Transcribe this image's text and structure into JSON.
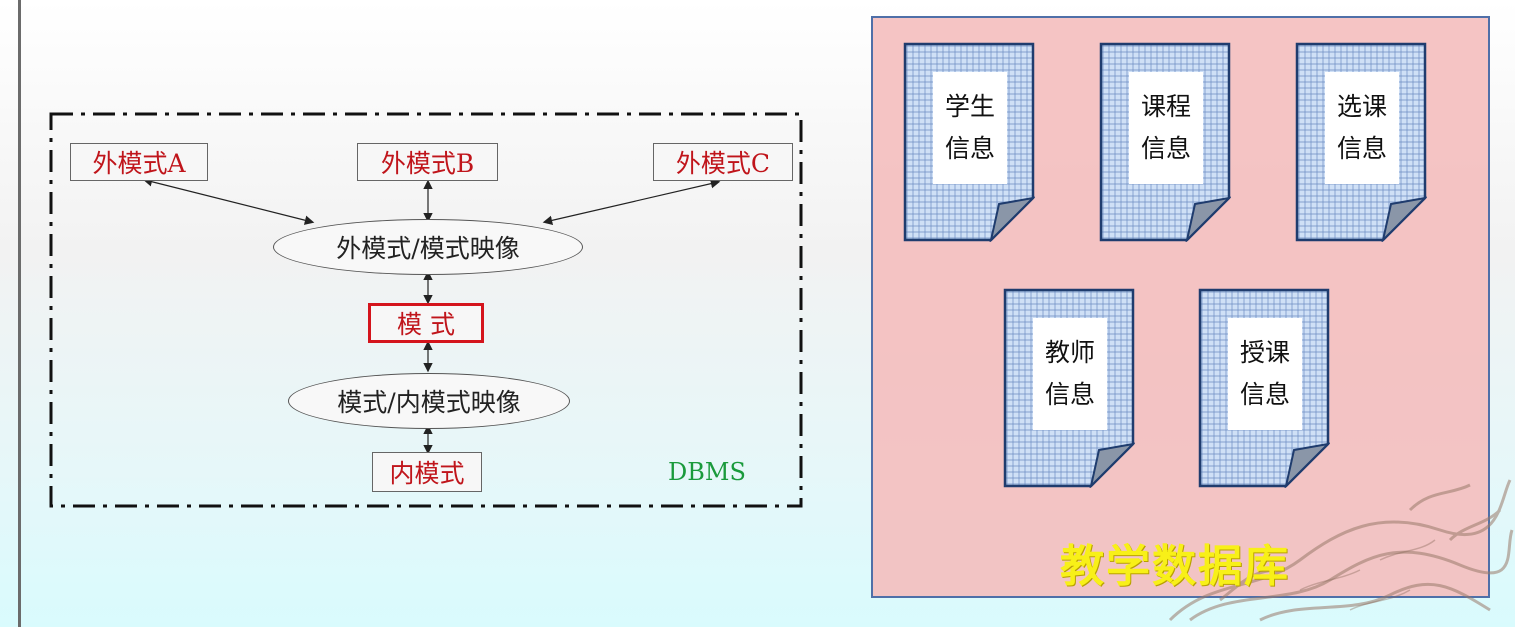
{
  "dbms": {
    "external_a": "外模式A",
    "external_b": "外模式B",
    "external_c": "外模式C",
    "mapping_ext": "外模式/模式映像",
    "schema": "模 式",
    "mapping_int": "模式/内模式映像",
    "internal": "内模式",
    "label": "DBMS"
  },
  "database": {
    "title": "教学数据库",
    "docs": [
      {
        "line1": "学生",
        "line2": "信息"
      },
      {
        "line1": "课程",
        "line2": "信息"
      },
      {
        "line1": "选课",
        "line2": "信息"
      },
      {
        "line1": "教师",
        "line2": "信息"
      },
      {
        "line1": "授课",
        "line2": "信息"
      }
    ]
  },
  "colors": {
    "node_text": "#c0151b",
    "dbms_label": "#1a9a3c",
    "db_title": "#f8f018",
    "panel_fill": "#f4bebe",
    "panel_border": "#4f6fa8",
    "doc_fill": "#cfe0f6",
    "doc_border": "#1f3c6e"
  }
}
